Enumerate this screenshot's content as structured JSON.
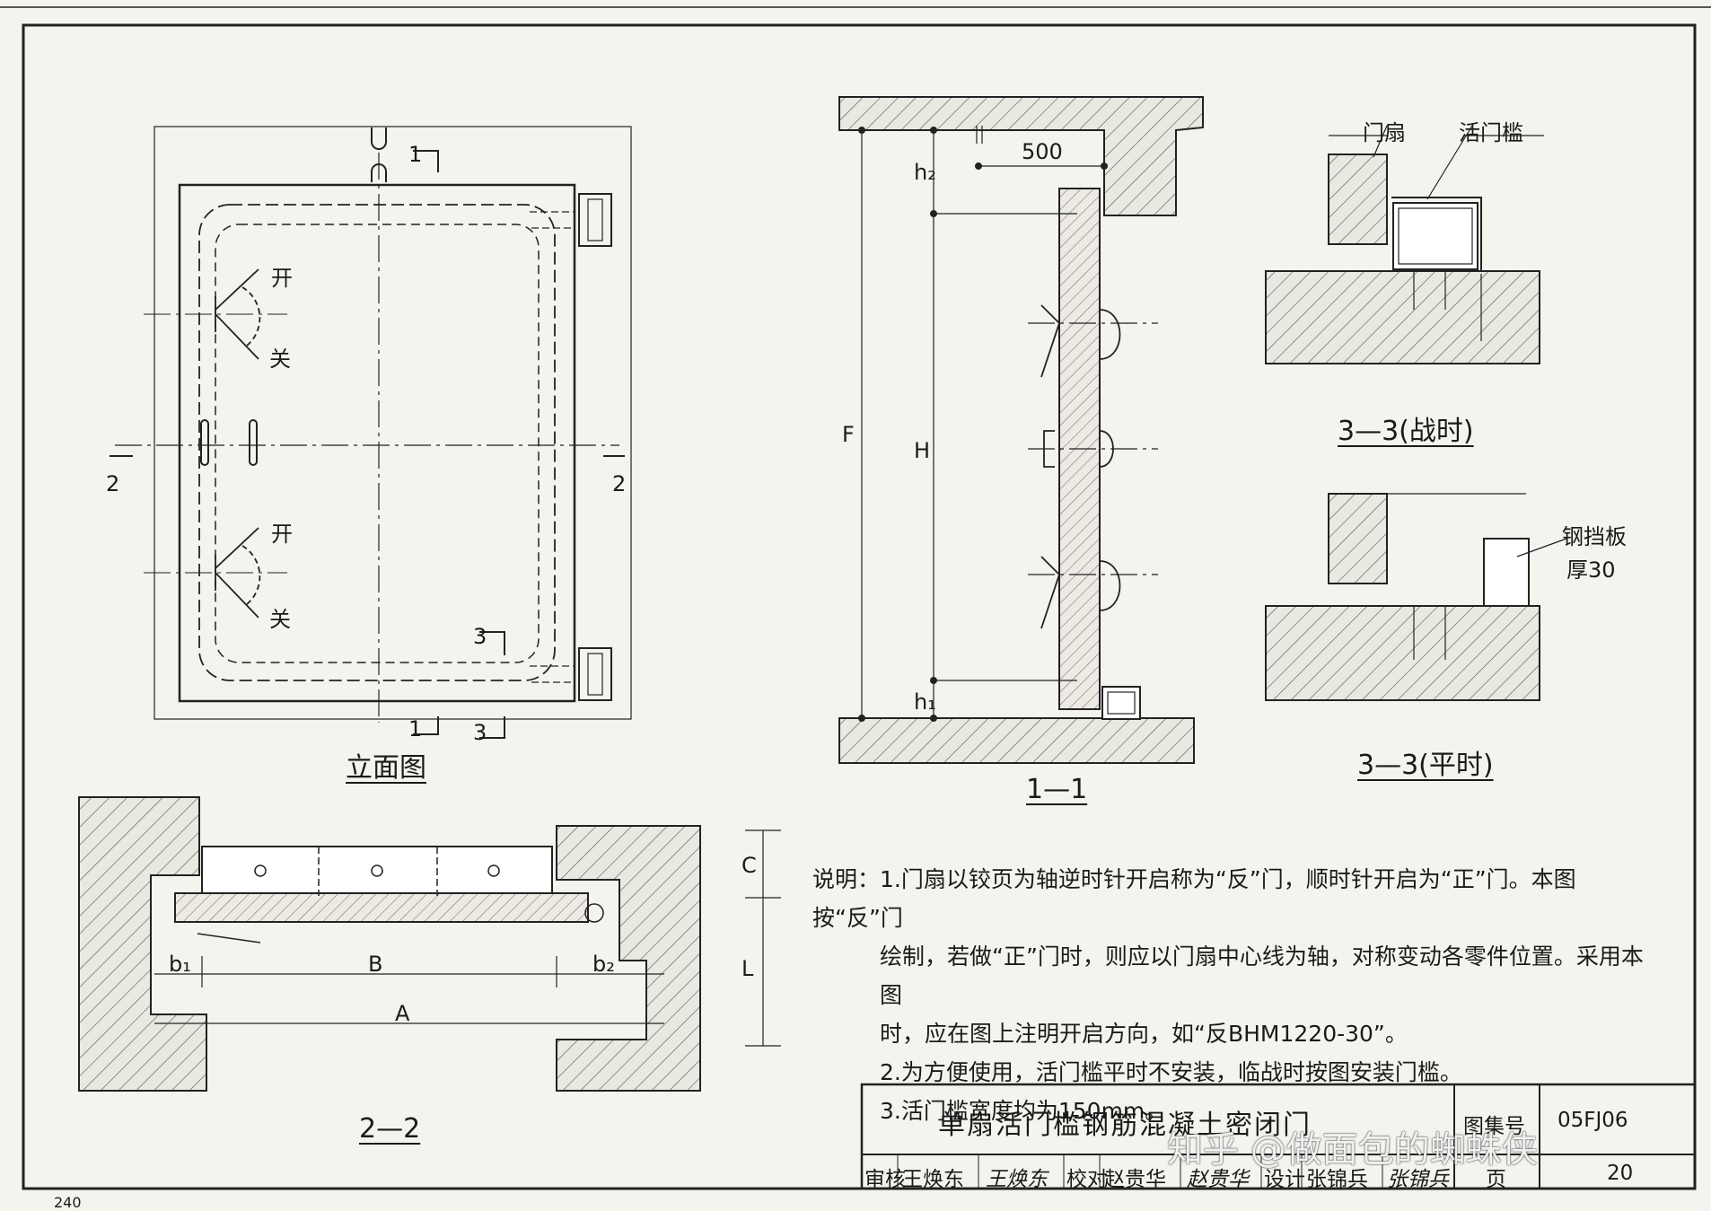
{
  "views": {
    "elevation": {
      "title": "立面图"
    },
    "section11": {
      "title": "1—1",
      "dim_500": "500",
      "label_f": "F",
      "label_h": "H",
      "label_h2": "h₂",
      "label_h1": "h₁"
    },
    "section22": {
      "title": "2—2",
      "label_c": "C",
      "label_l": "L",
      "label_b1": "b₁",
      "label_b": "B",
      "label_b2": "b₂",
      "label_a": "A"
    },
    "section33_war": {
      "title": "3—3(战时)",
      "label_leaf": "门扇",
      "label_sill": "活门槛"
    },
    "section33_peace": {
      "title": "3—3(平时)",
      "label_plate": "钢挡板",
      "label_thick": "厚30"
    }
  },
  "elevation_marks": {
    "open_top": "开",
    "close_top": "关",
    "open_bottom": "开",
    "close_bottom": "关",
    "cut1_top": "1",
    "cut1_bottom": "1",
    "cut2_left": "2",
    "cut2_right": "2",
    "cut3_mid": "3",
    "cut3_bottom": "3"
  },
  "notes": {
    "line1": "说明：1.门扇以铰页为轴逆时针开启称为“反”门，顺时针开启为“正”门。本图按“反”门",
    "line2": "绘制，若做“正”门时，则应以门扇中心线为轴，对称变动各零件位置。采用本图",
    "line3": "时，应在图上注明开启方向，如“反BHM1220-30”。",
    "line4": "2.为方便使用，活门槛平时不安装，临战时按图安装门槛。",
    "line5": "3.活门槛宽度均为150mm。"
  },
  "title_block": {
    "title": "单扇活门槛钢筋混凝土密闭门",
    "atlas_label": "图集号",
    "atlas_no": "05FJ06",
    "reviewer_label": "审核",
    "reviewer": "王焕东",
    "reviewer_sign": "王焕东",
    "checker_label": "校对",
    "checker": "赵贵华",
    "checker_sign": "赵贵华",
    "designer_label": "设计",
    "designer": "张锦兵",
    "designer_sign": "张锦兵",
    "page_label": "页",
    "page_no": "20"
  },
  "watermark": "知乎 @做面包的蜘蛛侠",
  "corner_page": "240"
}
